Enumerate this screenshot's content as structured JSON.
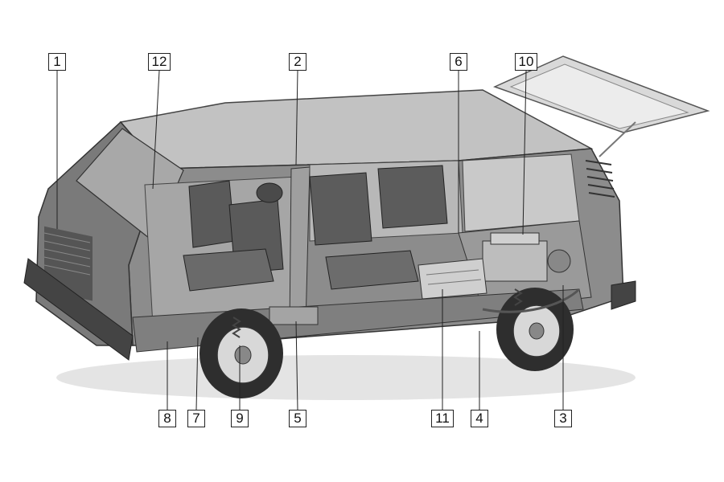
{
  "figure": {
    "callouts": [
      {
        "id": "c1",
        "label": "1"
      },
      {
        "id": "c12",
        "label": "12"
      },
      {
        "id": "c2",
        "label": "2"
      },
      {
        "id": "c6",
        "label": "6"
      },
      {
        "id": "c10",
        "label": "10"
      },
      {
        "id": "c8",
        "label": "8"
      },
      {
        "id": "c7",
        "label": "7"
      },
      {
        "id": "c9",
        "label": "9"
      },
      {
        "id": "c5",
        "label": "5"
      },
      {
        "id": "c11",
        "label": "11"
      },
      {
        "id": "c4",
        "label": "4"
      },
      {
        "id": "c3",
        "label": "3"
      }
    ]
  },
  "colors": {
    "background": "#ffffff",
    "body_dark": "#6e6e6e",
    "body_mid": "#9a9a9a",
    "body_light": "#c4c4c4",
    "seat": "#5a5a5a",
    "line": "#222222"
  }
}
